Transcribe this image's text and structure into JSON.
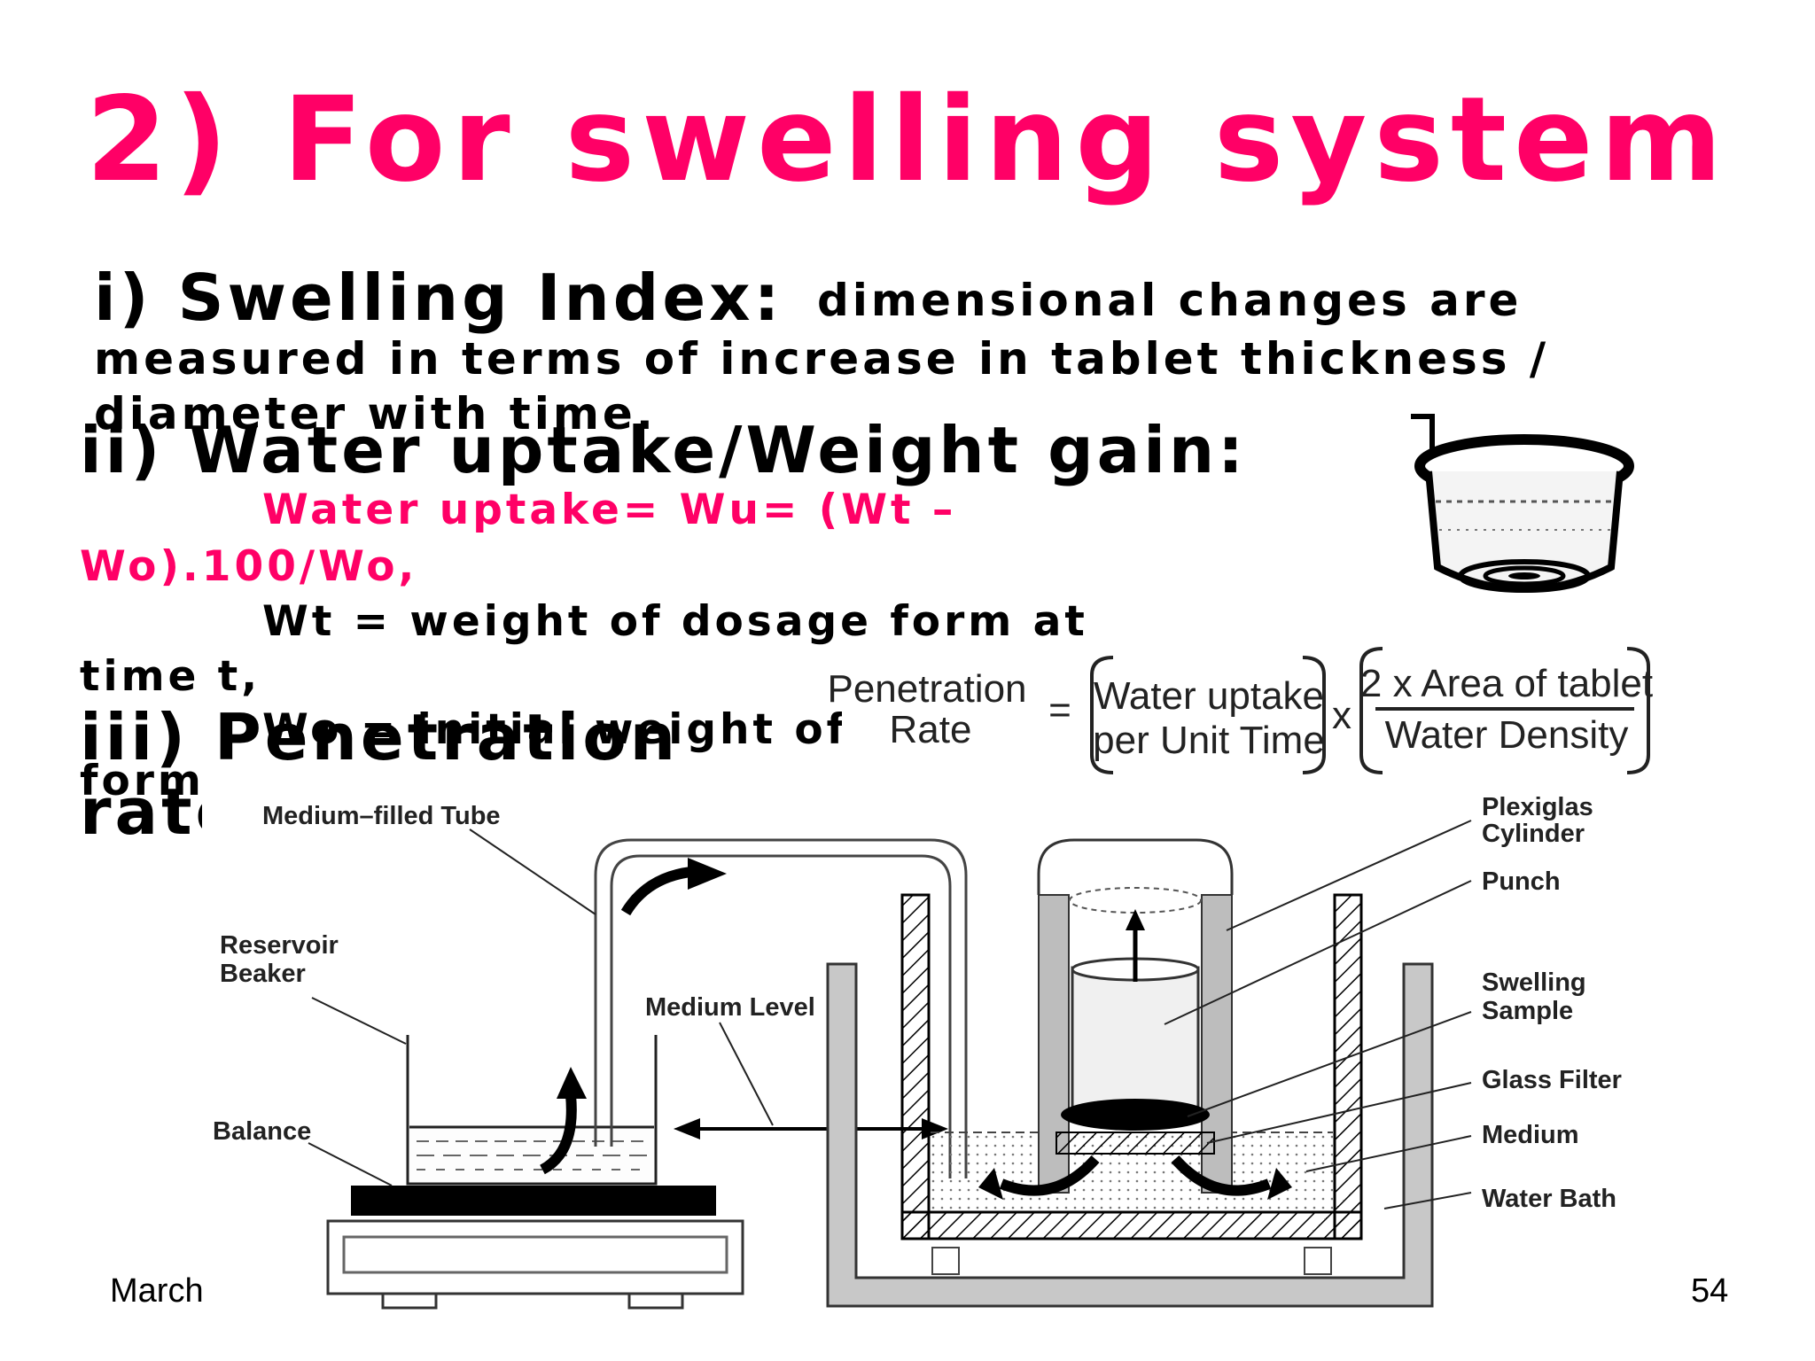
{
  "title": "2) For swelling system",
  "section1": {
    "heading": "i)  Swelling Index:",
    "line1": "dimensional changes  are",
    "line2": "measured in terms of increase in tablet thickness /",
    "line3": "diameter with time."
  },
  "section2": {
    "heading": "ii) Water uptake/Weight gain:",
    "formula_line1": "Water uptake= Wu= (Wt –",
    "formula_line2": "Wo).100/Wo,",
    "def_wt_line1": "Wt = weight of dosage form at",
    "def_wt_line2": "time t,",
    "def_wo_line1": "Wo = initial weight of",
    "def_wo_line2": "form"
  },
  "section3": {
    "heading_line1": "iii) Penetration",
    "heading_line2": "rate"
  },
  "formula": {
    "lhs_line1": "Penetration",
    "lhs_line2": "Rate",
    "equals": "=",
    "term1_line1": "Water uptake",
    "term1_line2": "per Unit Time",
    "times": "x",
    "term2_numerator": "2 x Area of tablet",
    "term2_denominator": "Water Density"
  },
  "diagram_labels": {
    "medium_filled_tube": "Medium–filled Tube",
    "reservoir_line1": "Reservoir",
    "reservoir_line2": "Beaker",
    "medium_level": "Medium Level",
    "balance": "Balance",
    "plexiglas_line1": "Plexiglas",
    "plexiglas_line2": "Cylinder",
    "punch": "Punch",
    "swelling_line1": "Swelling",
    "swelling_line2": "Sample",
    "glass_filter": "Glass Filter",
    "medium": "Medium",
    "water_bath": "Water Bath"
  },
  "footer": {
    "date": "March",
    "page": "54"
  }
}
